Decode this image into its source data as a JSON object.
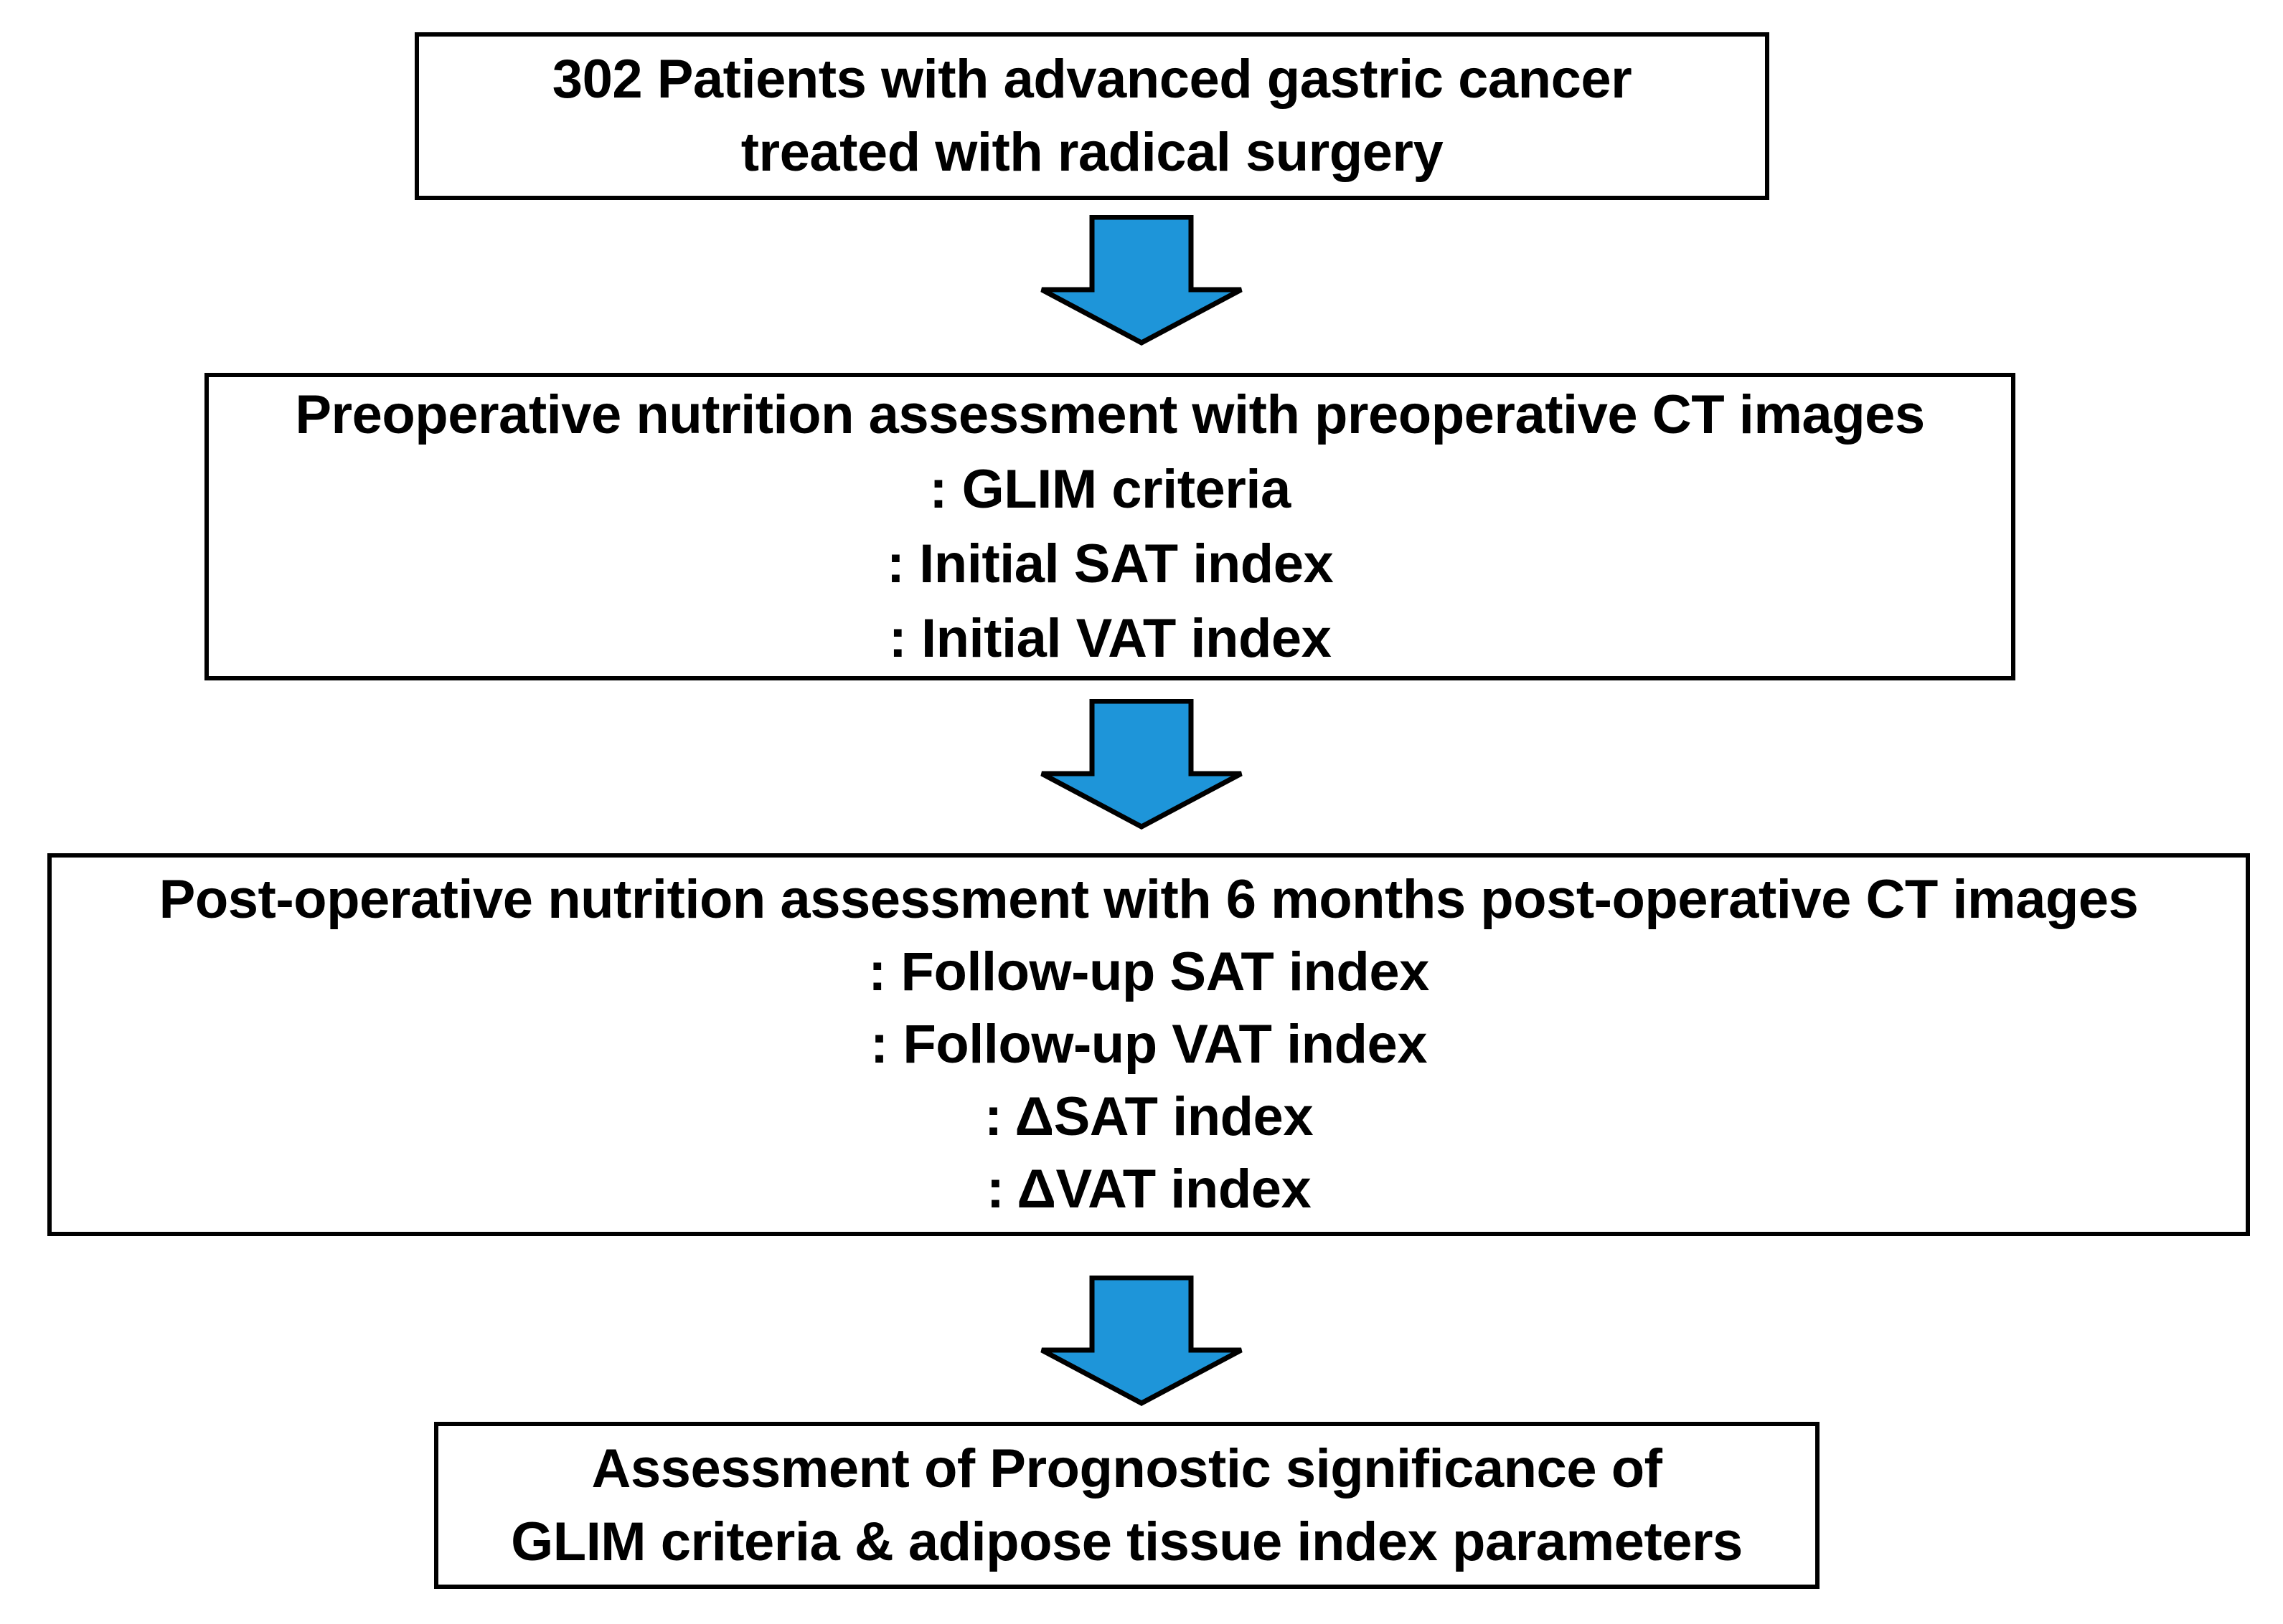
{
  "diagram": {
    "title": "Study flow diagram",
    "accent_color": "#1E95D9",
    "stroke_color": "#000000",
    "background_color": "#FFFFFF",
    "boxes": [
      {
        "id": "patients",
        "name": "cohort-box",
        "lines": [
          "302 Patients with advanced gastric cancer",
          "treated with radical surgery"
        ]
      },
      {
        "id": "preop",
        "name": "preoperative-assessment-box",
        "lines": [
          "Preoperative nutrition assessment with preoperative CT images",
          ": GLIM criteria",
          ": Initial SAT index",
          ": Initial VAT index"
        ]
      },
      {
        "id": "postop",
        "name": "postoperative-assessment-box",
        "lines": [
          "Post-operative nutrition assessment with 6 months post-operative CT images",
          ": Follow-up SAT index",
          ": Follow-up VAT index",
          ": ΔSAT index",
          ": ΔVAT index"
        ]
      },
      {
        "id": "outcome",
        "name": "outcome-assessment-box",
        "lines": [
          "Assessment of Prognostic significance of",
          "GLIM criteria & adipose tissue index parameters"
        ]
      }
    ],
    "arrows": [
      {
        "id": "arrow-1",
        "from": "patients",
        "to": "preop",
        "direction": "down"
      },
      {
        "id": "arrow-2",
        "from": "preop",
        "to": "postop",
        "direction": "down"
      },
      {
        "id": "arrow-3",
        "from": "postop",
        "to": "outcome",
        "direction": "down"
      }
    ]
  }
}
